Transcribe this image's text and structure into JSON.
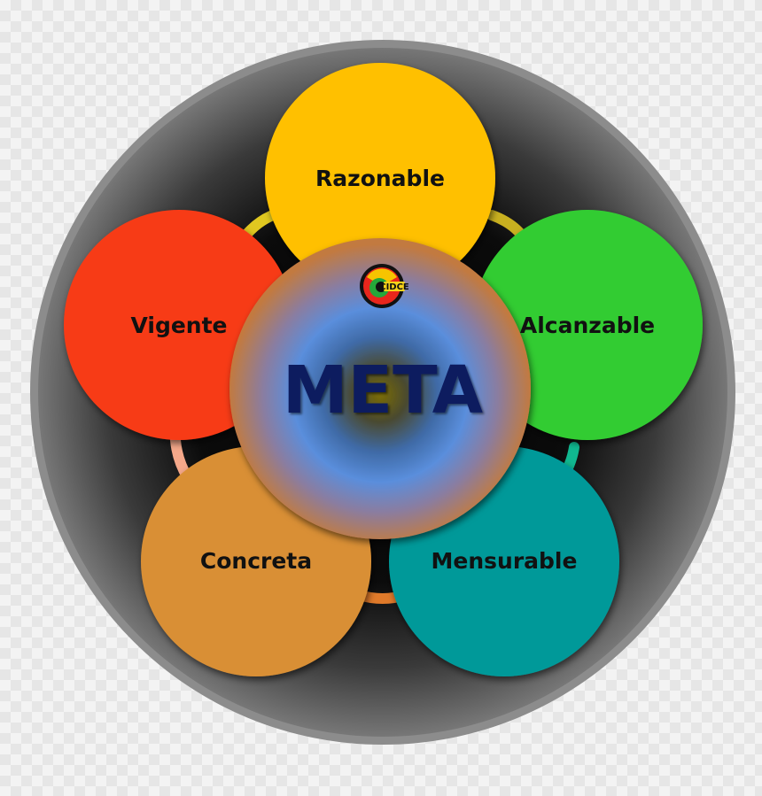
{
  "center": {
    "label": "META",
    "logo_text": "CIDCE"
  },
  "petals": [
    {
      "label": "Razonable",
      "color": "#ffc000"
    },
    {
      "label": "Alcanzable",
      "color": "#33cc33"
    },
    {
      "label": "Mensurable",
      "color": "#009999"
    },
    {
      "label": "Concreta",
      "color": "#d98f35"
    },
    {
      "label": "Vigente",
      "color": "#f73a16"
    }
  ]
}
